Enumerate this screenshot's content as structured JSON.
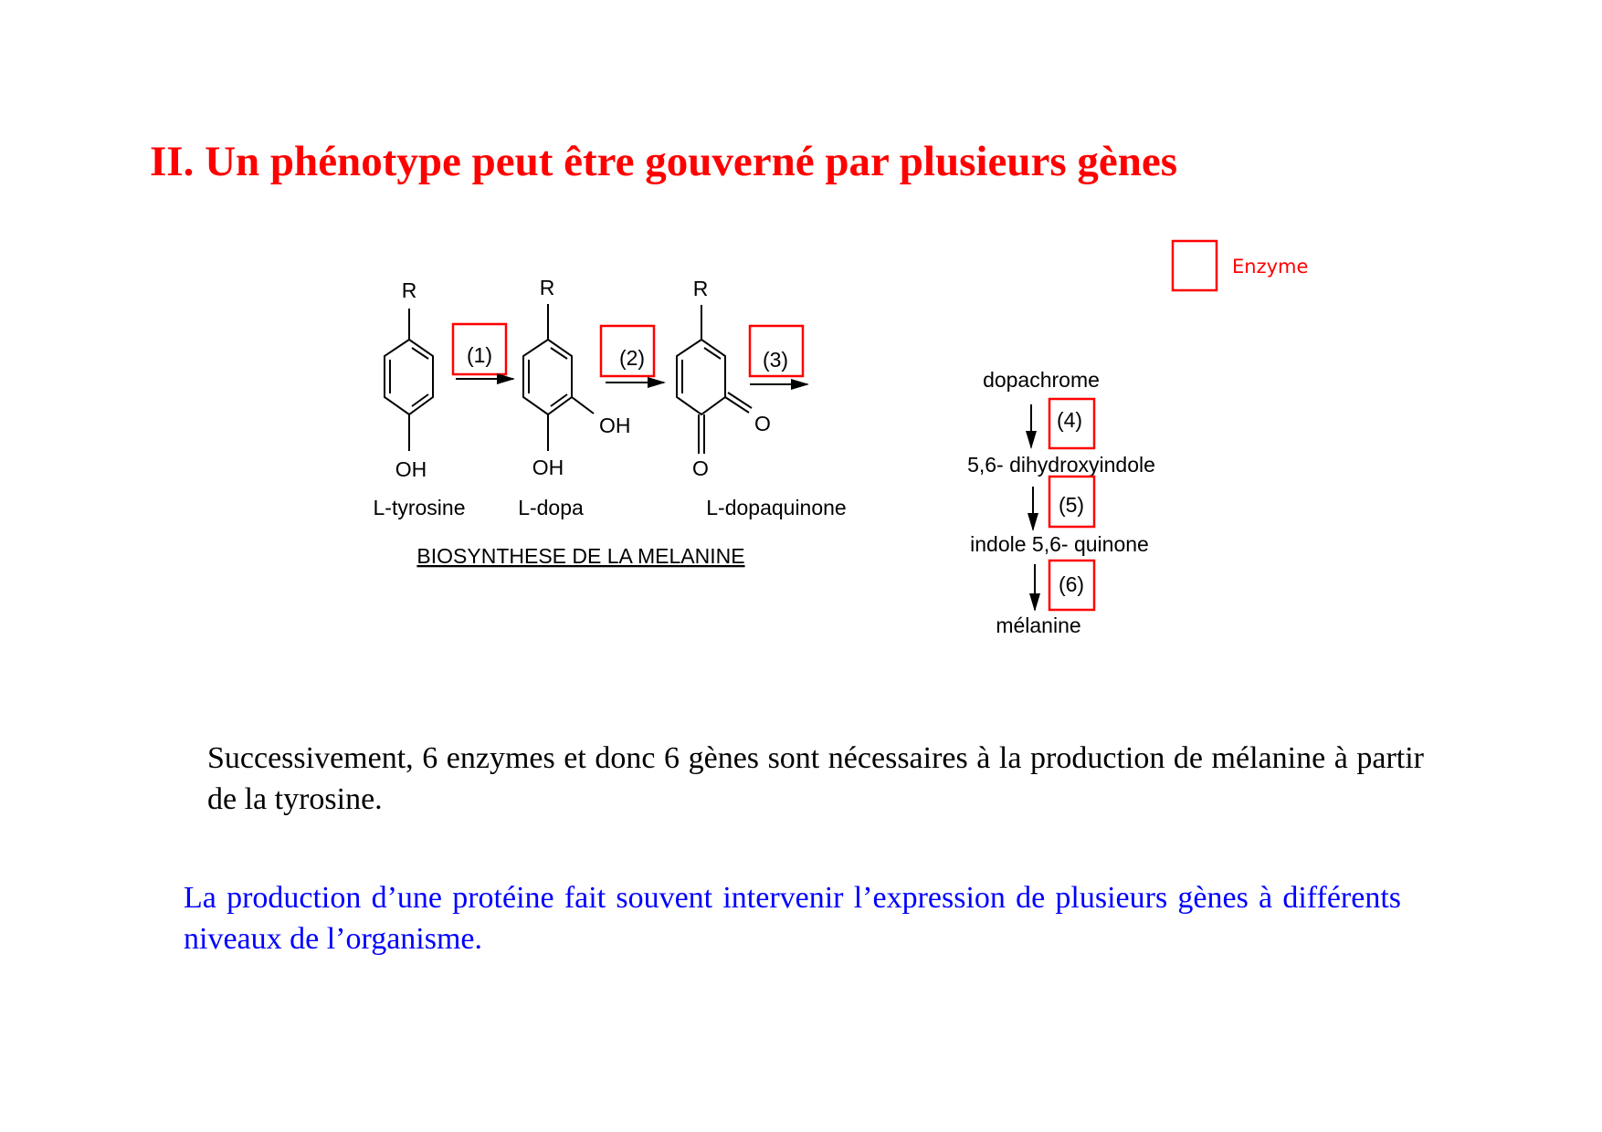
{
  "title": "II. Un phénotype peut être gouverné par plusieurs gènes",
  "legend": {
    "label": "Enzyme",
    "color": "#ff0000"
  },
  "diagram": {
    "caption": "BIOSYNTHESE DE LA MELANINE",
    "molecules": {
      "tyrosine": {
        "name": "L-tyrosine",
        "top": "R",
        "bottom": "OH"
      },
      "dopa": {
        "name": "L-dopa",
        "top": "R",
        "bottom": "OH",
        "side": "OH"
      },
      "dopaquinone": {
        "name": "L-dopaquinone",
        "top": "R",
        "bottom": "O",
        "side": "O"
      }
    },
    "enzymes": [
      "(1)",
      "(2)",
      "(3)",
      "(4)",
      "(5)",
      "(6)"
    ],
    "products": [
      "dopachrome",
      "5,6- dihydroxyindole",
      "indole 5,6- quinone",
      "mélanine"
    ]
  },
  "paragraph1": "Successivement, 6 enzymes et donc 6 gènes sont nécessaires à la production de mélanine à partir de la tyrosine.",
  "paragraph2": "La production d’une protéine fait souvent intervenir l’expression de plusieurs gènes à différents niveaux de l’organisme."
}
